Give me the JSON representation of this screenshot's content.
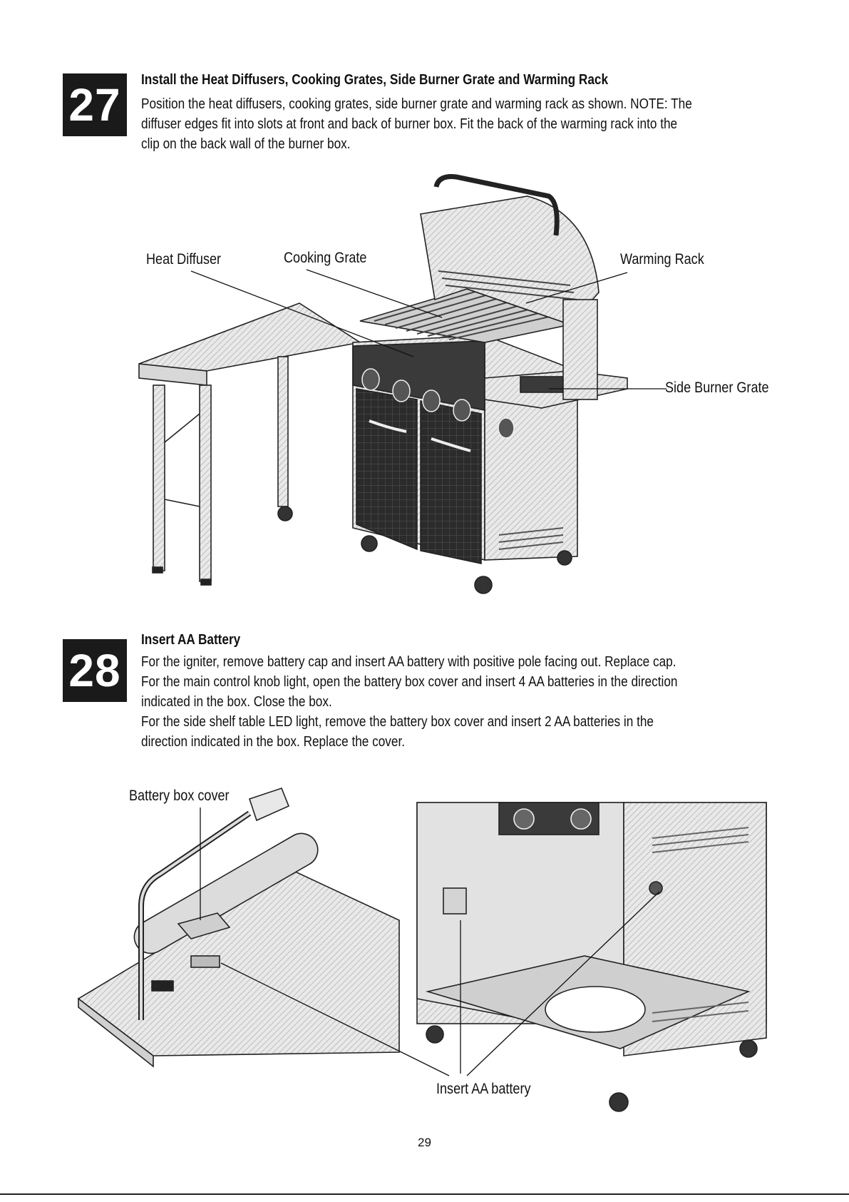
{
  "step27": {
    "number": "27",
    "title": "Install the Heat Diffusers, Cooking Grates, Side Burner Grate and Warming Rack",
    "body": [
      "Position the heat diffusers, cooking grates, side burner grate and warming rack as shown. NOTE: The",
      "diffuser edges fit into slots at front and back of burner box. Fit the back of the warming rack into the",
      "clip on the back wall of the burner box."
    ],
    "callouts": {
      "heat_diffuser": "Heat Diffuser",
      "cooking_grate": "Cooking Grate",
      "warming_rack": "Warming Rack",
      "side_burner_grate": "Side Burner Grate"
    }
  },
  "step28": {
    "number": "28",
    "title": "Insert AA Battery",
    "body": [
      "For the igniter, remove battery cap and insert AA battery with positive pole facing out. Replace cap.",
      "For the main control knob light, open the battery box cover and insert 4 AA batteries in the direction",
      "indicated in the box. Close the box.",
      "For the side shelf table LED light, remove the battery box cover and insert 2 AA batteries in the",
      "direction indicated in the box. Replace the cover."
    ],
    "callouts": {
      "battery_box_cover": "Battery box cover",
      "insert_aa_battery": "Insert AA battery"
    }
  },
  "page_number": "29"
}
